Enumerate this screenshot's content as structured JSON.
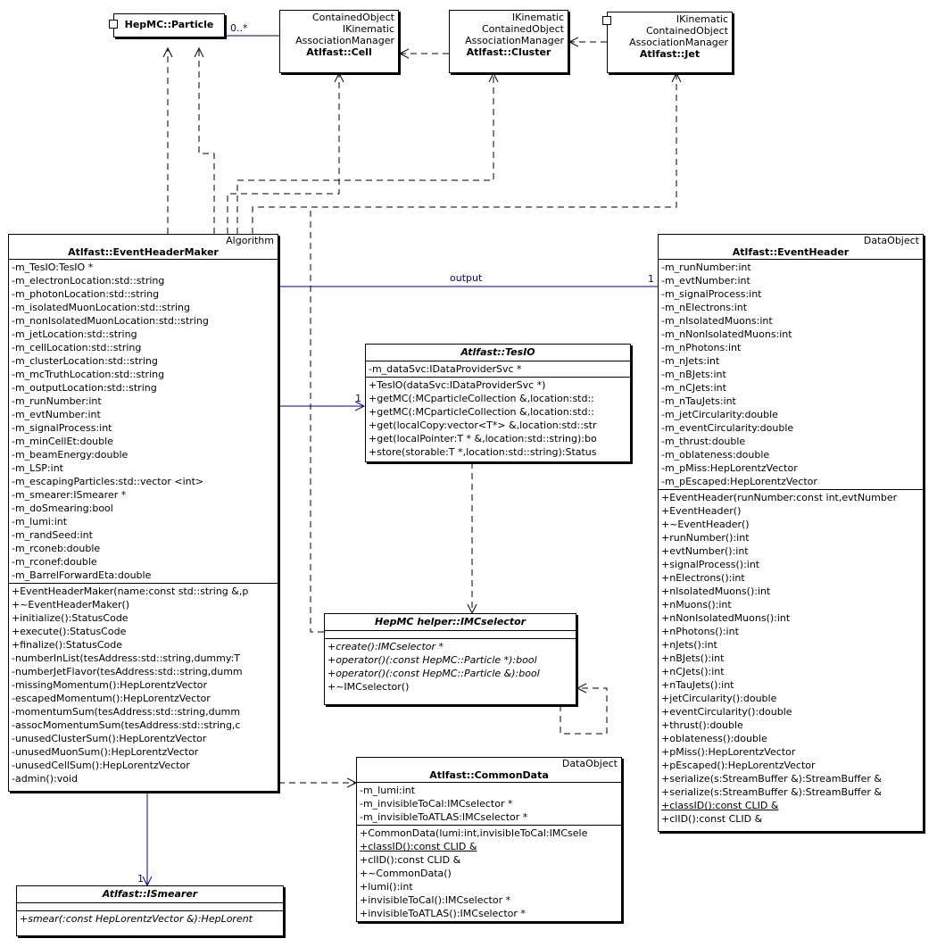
{
  "classes": {
    "particle": {
      "name": "HepMC::Particle"
    },
    "cell": {
      "stereotypes": [
        "ContainedObject",
        "IKinematic",
        "AssociationManager"
      ],
      "name": "Atlfast::Cell"
    },
    "cluster": {
      "stereotypes": [
        "IKinematic",
        "ContainedObject",
        "AssociationManager"
      ],
      "name": "Atlfast::Cluster"
    },
    "jet": {
      "stereotypes": [
        "IKinematic",
        "ContainedObject",
        "AssociationManager"
      ],
      "name": "Atlfast::Jet"
    },
    "event_header_maker": {
      "stereotype": "Algorithm",
      "name": "Atlfast::EventHeaderMaker",
      "attributes": [
        "-m_TesIO:TesIO *",
        "-m_electronLocation:std::string",
        "-m_photonLocation:std::string",
        "-m_isolatedMuonLocation:std::string",
        "-m_nonIsolatedMuonLocation:std::string",
        "-m_jetLocation:std::string",
        "-m_cellLocation:std::string",
        "-m_clusterLocation:std::string",
        "-m_mcTruthLocation:std::string",
        "-m_outputLocation:std::string",
        "-m_runNumber:int",
        "-m_evtNumber:int",
        "-m_signalProcess:int",
        "-m_minCellEt:double",
        "-m_beamEnergy:double",
        "-m_LSP:int",
        "-m_escapingParticles:std::vector <int>",
        "-m_smearer:ISmearer *",
        "-m_doSmearing:bool",
        "-m_lumi:int",
        "-m_randSeed:int",
        "-m_rconeb:double",
        "-m_rconef:double",
        "-m_BarrelForwardEta:double"
      ],
      "operations": [
        "+EventHeaderMaker(name:const std::string &,p",
        "+~EventHeaderMaker()",
        "+initialize():StatusCode",
        "+execute():StatusCode",
        "+finalize():StatusCode",
        "-numberInList(tesAddress:std::string,dummy:T",
        "-numberJetFlavor(tesAddress:std::string,dumm",
        "-missingMomentum():HepLorentzVector",
        "-escapedMomentum():HepLorentzVector",
        "-momentumSum(tesAddress:std::string,dumm",
        "-assocMomentumSum(tesAddress:std::string,c",
        "-unusedClusterSum():HepLorentzVector",
        "-unusedMuonSum():HepLorentzVector",
        "-unusedCellSum():HepLorentzVector",
        "-admin():void"
      ]
    },
    "tesio": {
      "name": "Atlfast::TesIO",
      "attributes": [
        "-m_dataSvc:IDataProviderSvc *"
      ],
      "operations": [
        "+TesIO(dataSvc:IDataProviderSvc *)",
        "+getMC(:MCparticleCollection &,location:std::",
        "+getMC(:MCparticleCollection &,location:std::",
        "+get(localCopy:vector<T*> &,location:std::str",
        "+get(localPointer:T * &,location:std::string):bo",
        "+store(storable:T *,location:std::string):Status"
      ]
    },
    "event_header": {
      "stereotype": "DataObject",
      "name": "Atlfast::EventHeader",
      "attributes": [
        "-m_runNumber:int",
        "-m_evtNumber:int",
        "-m_signalProcess:int",
        "-m_nElectrons:int",
        "-m_nIsolatedMuons:int",
        "-m_nNonIsolatedMuons:int",
        "-m_nPhotons:int",
        "-m_nJets:int",
        "-m_nBJets:int",
        "-m_nCJets:int",
        "-m_nTauJets:int",
        "-m_jetCircularity:double",
        "-m_eventCircularity:double",
        "-m_thrust:double",
        "-m_oblateness:double",
        "-m_pMiss:HepLorentzVector",
        "-m_pEscaped:HepLorentzVector"
      ],
      "operations": [
        "+EventHeader(runNumber:const int,evtNumber",
        "+EventHeader()",
        "+~EventHeader()",
        "+runNumber():int",
        "+evtNumber():int",
        "+signalProcess():int",
        "+nElectrons():int",
        "+nIsolatedMuons():int",
        "+nMuons():int",
        "+nNonIsolatedMuons():int",
        "+nPhotons():int",
        "+nJets():int",
        "+nBJets():int",
        "+nCJets():int",
        "+nTauJets():int",
        "+jetCircularity():double",
        "+eventCircularity():double",
        "+thrust():double",
        "+oblateness():double",
        "+pMiss():HepLorentzVector",
        "+pEscaped():HepLorentzVector",
        "+serialize(s:StreamBuffer &):StreamBuffer &",
        "+serialize(s:StreamBuffer &):StreamBuffer &",
        "+classID():const CLID &",
        "+clID():const CLID &"
      ],
      "underlined_operations": [
        23
      ]
    },
    "imcselector": {
      "name": "HepMC helper::IMCselector",
      "operations": [
        "+create():IMCselector *",
        "+operator()(:const HepMC::Particle *):bool",
        "+operator()(:const HepMC::Particle &):bool",
        "+~IMCselector()"
      ],
      "italic_operations": [
        0,
        1,
        2
      ]
    },
    "common_data": {
      "stereotype": "DataObject",
      "name": "Atlfast::CommonData",
      "attributes": [
        "-m_lumi:int",
        "-m_invisibleToCal:IMCselector *",
        "-m_invisibleToATLAS:IMCselector *"
      ],
      "operations": [
        "+CommonData(lumi:int,invisibleToCal:IMCsele",
        "+classID():const CLID &",
        "+clID():const CLID &",
        "+~CommonData()",
        "+lumi():int",
        "+invisibleToCal():IMCselector *",
        "+invisibleToATLAS():IMCselector *"
      ],
      "underlined_operations": [
        1
      ]
    },
    "ismearer": {
      "name": "Atlfast::ISmearer",
      "operations": [
        "+smear(:const HepLorentzVector &):HepLorent"
      ]
    }
  },
  "edge_labels": {
    "particle_cell_multiplicity": "0..*",
    "output_role": "output",
    "output_multiplicity": "1",
    "tesio_multiplicity": "1",
    "smearer_multiplicity": "1"
  },
  "colors": {
    "association": "#00008b",
    "dependency": "#000000"
  }
}
